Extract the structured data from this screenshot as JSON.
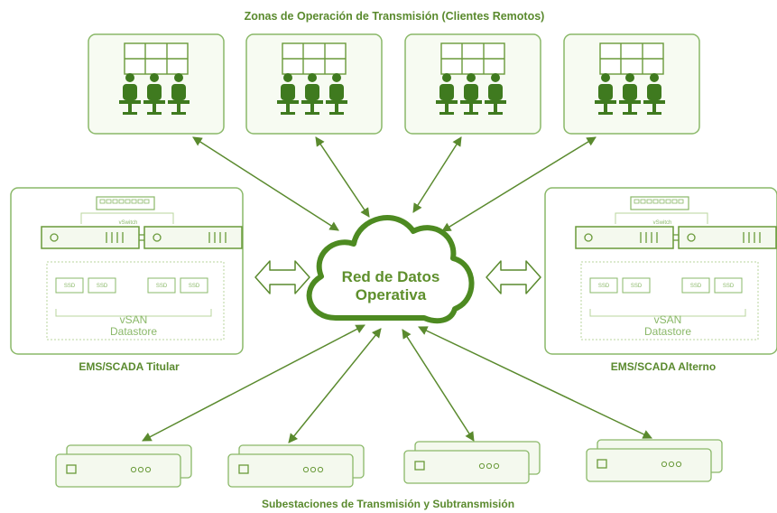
{
  "title": "Zonas de Operación de Transmisión (Clientes Remotos)",
  "cloud": {
    "line1": "Red de Datos",
    "line2": "Operativa"
  },
  "ems_titular": {
    "label": "EMS/SCADA Titular",
    "vswitch_label": "vSwitch",
    "disks": [
      "SSD",
      "SSD",
      "SSD",
      "SSD"
    ],
    "datastore_line1": "vSAN",
    "datastore_line2": "Datastore"
  },
  "ems_alterno": {
    "label": "EMS/SCADA Alterno",
    "vswitch_label": "vSwitch",
    "disks": [
      "SSD",
      "SSD",
      "SSD",
      "SSD"
    ],
    "datastore_line1": "vSAN",
    "datastore_line2": "Datastore"
  },
  "substations_label": "Subestaciones de Transmisión y Subtransmisión",
  "colors": {
    "primary": "#5a8a2e",
    "light": "#b8d59c",
    "fill": "#f4f9ee"
  }
}
